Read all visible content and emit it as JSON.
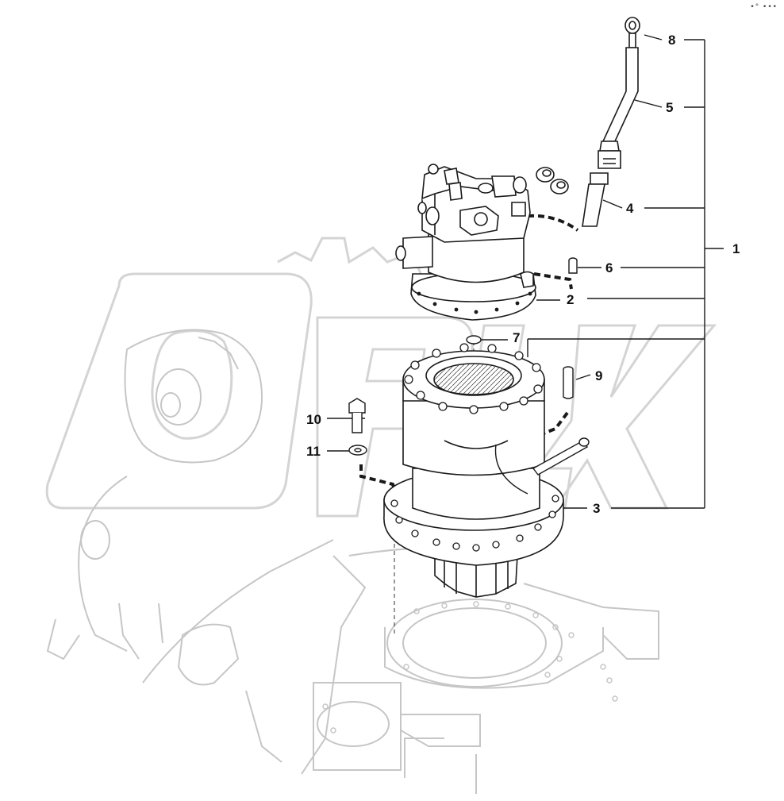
{
  "callouts": [
    {
      "id": "8",
      "label": "8"
    },
    {
      "id": "5",
      "label": "5"
    },
    {
      "id": "4",
      "label": "4"
    },
    {
      "id": "1",
      "label": "1"
    },
    {
      "id": "6",
      "label": "6"
    },
    {
      "id": "2",
      "label": "2"
    },
    {
      "id": "7",
      "label": "7"
    },
    {
      "id": "9",
      "label": "9"
    },
    {
      "id": "10",
      "label": "10"
    },
    {
      "id": "11",
      "label": "11"
    },
    {
      "id": "3",
      "label": "3"
    }
  ],
  "corner_mark": "•° •••",
  "colors": {
    "line": "#1a1a1a",
    "ghost": "#c8c8c8",
    "watermark": "#d9d9d9",
    "paper": "#ffffff"
  },
  "icons": [
    "swing-motor",
    "reduction-gearbox",
    "gasket",
    "dipstick-tube",
    "dipstick",
    "bolt",
    "washer",
    "pin",
    "turntable-mount"
  ]
}
